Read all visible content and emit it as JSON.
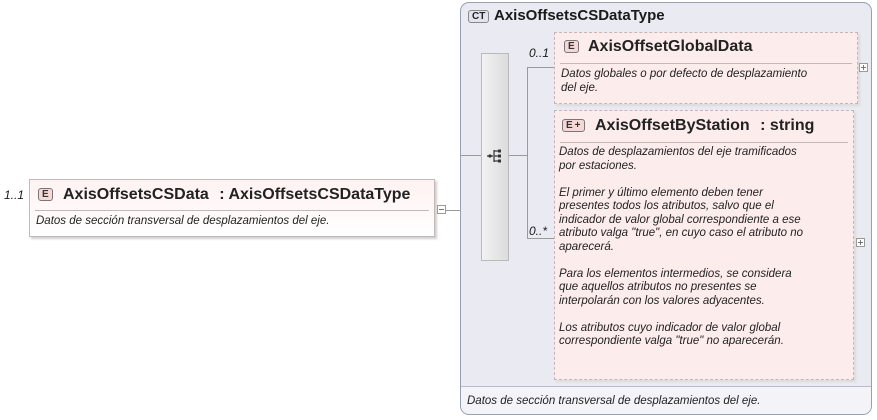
{
  "root": {
    "cardinality": "1..1",
    "badge": "E",
    "name": "AxisOffsetsCSData",
    "type": ": AxisOffsetsCSDataType",
    "doc": "Datos de sección transversal de desplazamientos del eje."
  },
  "complex_type": {
    "badge": "CT",
    "name": "AxisOffsetsCSDataType",
    "doc": "Datos de sección transversal de desplazamientos del eje."
  },
  "compositor": {
    "kind": "sequence",
    "icon": "sequence-icon"
  },
  "children": [
    {
      "cardinality": "0..1",
      "badge": "E",
      "name": "AxisOffsetGlobalData",
      "doc_lines": [
        "Datos globales o por defecto de desplazamiento",
        "del eje."
      ]
    },
    {
      "cardinality": "0..*",
      "badge": "E",
      "badge_extra": "+",
      "name": "AxisOffsetByStation",
      "type": ": string",
      "doc_lines": [
        "Datos de desplazamientos del eje tramificados",
        "por estaciones.",
        "",
        "El primer y último elemento deben tener",
        "presentes todos los atributos, salvo que el",
        "indicador de valor global correspondiente a ese",
        "atributo valga \"true\", en cuyo caso el atributo no",
        "aparecerá.",
        "",
        "Para los elementos intermedios, se considera",
        "que aquellos atributos no presentes se",
        "interpolarán con los valores adyacentes.",
        "",
        "Los atributos cuyo indicador de valor global",
        "correspondiente valga \"true\" no aparecerán."
      ]
    }
  ],
  "colors": {
    "element_fill": "#fff2f2",
    "ct_fill": "#e9eaf2",
    "connector": "#9a9a9a"
  }
}
